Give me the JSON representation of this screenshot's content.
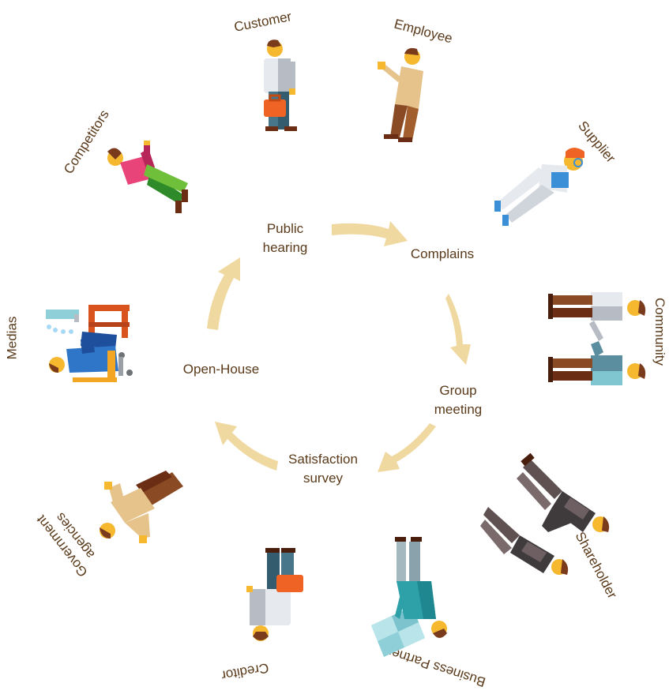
{
  "stakeholders": {
    "customer": "Customer",
    "employee": "Employee",
    "supplier": "Supplier",
    "community": "Community",
    "shareholder": "Shareholder",
    "business_partner": "Business Partner",
    "creditor": "Creditor",
    "government_agencies_line1": "Government",
    "government_agencies_line2": "agencies",
    "medias": "Medias",
    "competitors": "Competitors"
  },
  "process_steps": {
    "public_hearing_line1": "Public",
    "public_hearing_line2": "hearing",
    "complains": "Complains",
    "group_meeting_line1": "Group",
    "group_meeting_line2": "meeting",
    "satisfaction_survey_line1": "Satisfaction",
    "satisfaction_survey_line2": "survey",
    "open_house": "Open-House"
  },
  "colors": {
    "text": "#5a3a1a",
    "arrow": "#f0d9a0",
    "skin": "#f5b82e",
    "hair": "#7a3a1c",
    "shoe": "#6b2d14"
  },
  "icons": {
    "customer": "person-with-briefcase-icon",
    "employee": "waving-person-icon",
    "supplier": "person-with-hardhat-icon",
    "community": "two-people-icon",
    "shareholder": "two-people-suits-icon",
    "business_partner": "person-with-board-icon",
    "creditor": "person-with-briefcase-icon",
    "government_agencies": "person-icon",
    "medias": "person-on-chair-icon",
    "competitors": "person-icon"
  }
}
